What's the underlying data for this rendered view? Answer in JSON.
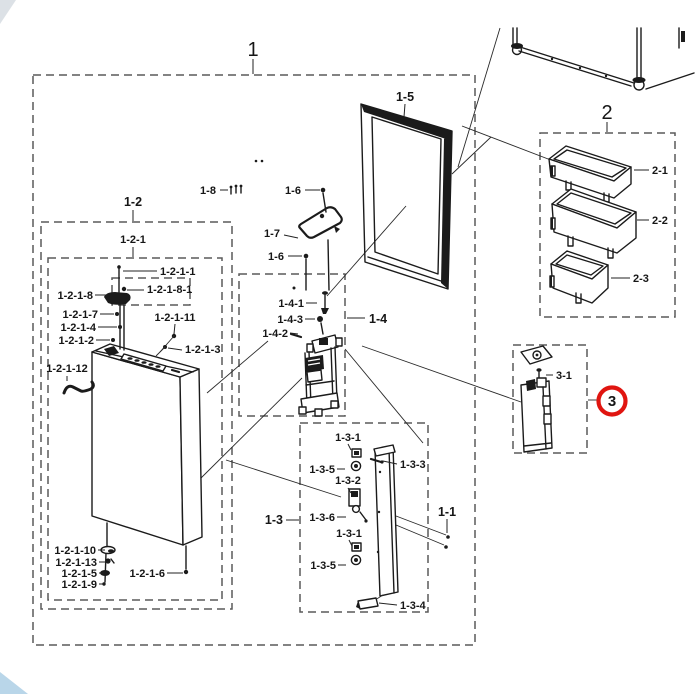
{
  "diagram": {
    "type": "exploded-parts-diagram",
    "selected_group_marker": "3"
  },
  "labels": {
    "group_1": "1",
    "group_2": "2",
    "group_3": "3",
    "p_1_1": "1-1",
    "p_1_2": "1-2",
    "p_1_2_1": "1-2-1",
    "p_1_2_1_1": "1-2-1-1",
    "p_1_2_1_2": "1-2-1-2",
    "p_1_2_1_3": "1-2-1-3",
    "p_1_2_1_4": "1-2-1-4",
    "p_1_2_1_5": "1-2-1-5",
    "p_1_2_1_6": "1-2-1-6",
    "p_1_2_1_7": "1-2-1-7",
    "p_1_2_1_8": "1-2-1-8",
    "p_1_2_1_8_1": "1-2-1-8-1",
    "p_1_2_1_9": "1-2-1-9",
    "p_1_2_1_10": "1-2-1-10",
    "p_1_2_1_11": "1-2-1-11",
    "p_1_2_1_12": "1-2-1-12",
    "p_1_2_1_13": "1-2-1-13",
    "p_1_3": "1-3",
    "p_1_3_1_top": "1-3-1",
    "p_1_3_1_bottom": "1-3-1",
    "p_1_3_2": "1-3-2",
    "p_1_3_3": "1-3-3",
    "p_1_3_4": "1-3-4",
    "p_1_3_5_top": "1-3-5",
    "p_1_3_5_bottom": "1-3-5",
    "p_1_3_6": "1-3-6",
    "p_1_4": "1-4",
    "p_1_4_1": "1-4-1",
    "p_1_4_2": "1-4-2",
    "p_1_4_3": "1-4-3",
    "p_1_5": "1-5",
    "p_1_6_top": "1-6",
    "p_1_6_bottom": "1-6",
    "p_1_7": "1-7",
    "p_1_8": "1-8",
    "p_2_1": "2-1",
    "p_2_2": "2-2",
    "p_2_3": "2-3",
    "p_3_1": "3-1"
  },
  "colors": {
    "line": "#1b1b1b",
    "dashed_border": "#5a5a5a",
    "highlight_red": "#e01510",
    "corner_blue": "#b9d6e9",
    "background": "#ffffff"
  }
}
